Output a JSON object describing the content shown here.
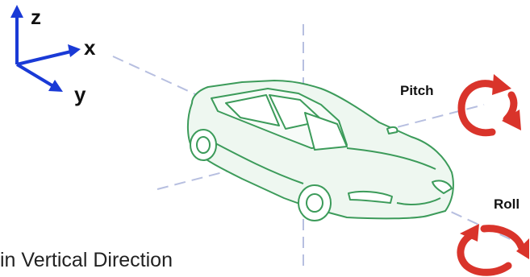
{
  "axes": {
    "z": "z",
    "x": "x",
    "y": "y"
  },
  "rotations": {
    "pitch": "Pitch",
    "roll": "Roll"
  },
  "caption": "in Vertical Direction",
  "colors": {
    "axis_arrow": "#1a3ad6",
    "rotation_arrow": "#d9342b",
    "car_outline": "#3c9b5a",
    "guide_line": "#b7bfe0"
  },
  "icons": {
    "axes": "xyz-axes-icon",
    "car": "car-icon",
    "pitch": "pitch-rotation-icon",
    "roll": "roll-rotation-icon"
  }
}
